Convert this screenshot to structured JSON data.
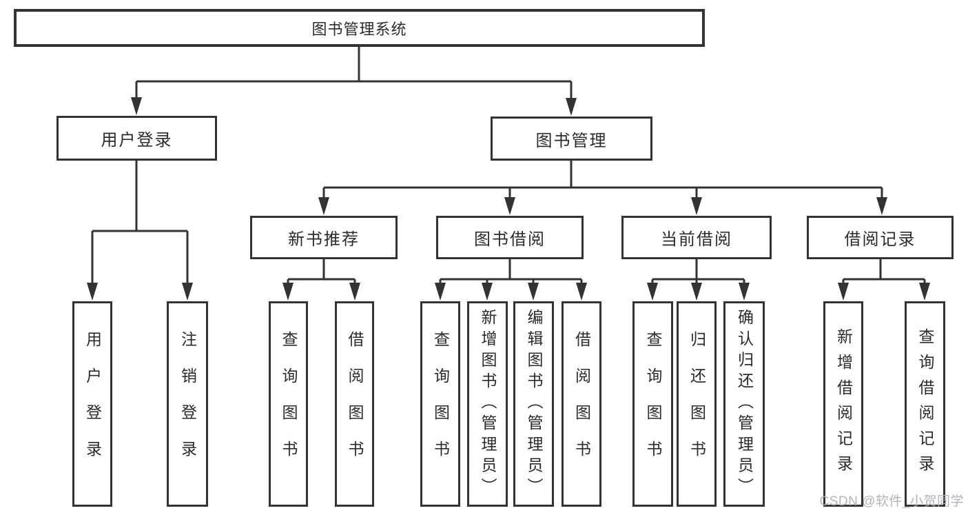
{
  "diagram": {
    "title_note": "functional structure chart",
    "root": {
      "label": "图书管理系统"
    },
    "level2": [
      {
        "label": "用户登录"
      },
      {
        "label": "图书管理"
      }
    ],
    "level3": [
      {
        "label": "新书推荐"
      },
      {
        "label": "图书借阅"
      },
      {
        "label": "当前借阅"
      },
      {
        "label": "借阅记录"
      }
    ],
    "leaves": {
      "user_login": [
        "用户登录",
        "注销登录"
      ],
      "new_book_recommend": [
        "查询图书",
        "借阅图书"
      ],
      "book_borrow": [
        "查询图书",
        "新增图书（管理员）",
        "编辑图书（管理员）",
        "借阅图书"
      ],
      "current_borrow": [
        "查询图书",
        "归还图书",
        "确认归还（管理员）"
      ],
      "borrow_records": [
        "新增借阅记录",
        "查询借阅记录"
      ]
    }
  },
  "watermark": {
    "text": "CSDN @软件_小贺同学"
  },
  "colors": {
    "line": "#333333",
    "box_border": "#333333",
    "box_background": "#ffffff",
    "text": "#2b2b2b",
    "watermark": "#acb1b8",
    "page_background": "#ffffff"
  }
}
